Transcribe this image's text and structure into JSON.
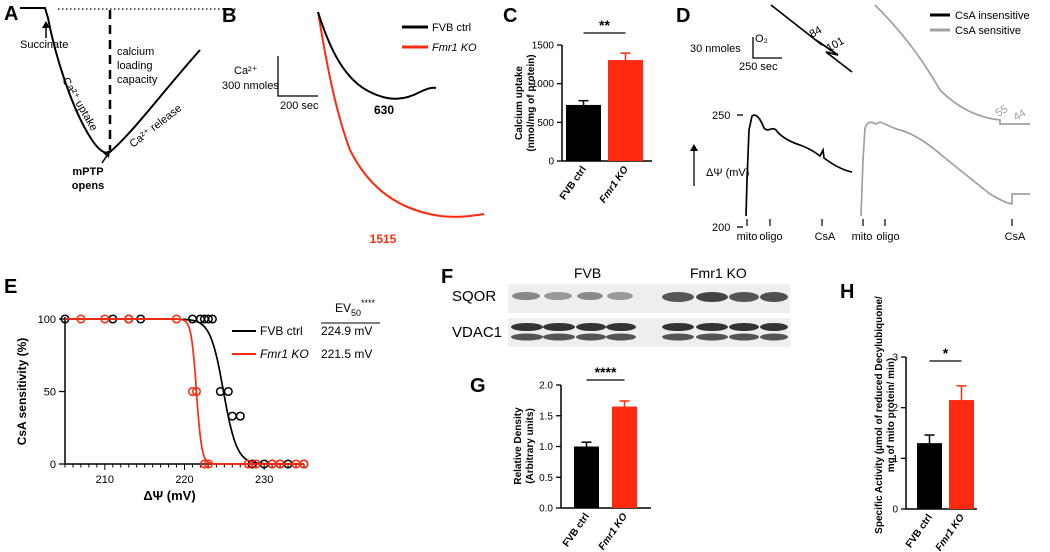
{
  "colors": {
    "black": "#000000",
    "red": "#ff2a10",
    "gray": "#a0a0a0"
  },
  "panels": {
    "A": {
      "letter": "A",
      "labels": [
        "Succinate",
        "calcium",
        "loading",
        "capacity",
        "Ca²⁺ uptake",
        "Ca²⁺ release",
        "mPTP",
        "opens"
      ]
    },
    "B": {
      "letter": "B",
      "scale_y": "300 nmoles",
      "scale_y_top": "Ca²⁺",
      "scale_x": "200 sec",
      "legend": [
        "FVB ctrl",
        "Fmr1 KO"
      ],
      "value_ctrl": "630",
      "value_ko": "1515"
    },
    "C": {
      "letter": "C",
      "ylabel_line1": "Calcium uptake",
      "ylabel_line2": "(nmol/mg of protein)",
      "sig": "**"
    },
    "D": {
      "letter": "D",
      "scale_y_top": "O₂",
      "scale_y": "30 nmoles",
      "scale_x": "250 sec",
      "legend": [
        "CsA insensitive",
        "CsA sensitive"
      ],
      "o2_labels": [
        "84",
        "101",
        "55",
        "44"
      ],
      "dpsi_label": "ΔΨ (mV)",
      "tick_top": "250",
      "tick_bottom": "200",
      "events": [
        "mito",
        "oligo",
        "CsA",
        "mito",
        "oligo",
        "CsA"
      ]
    },
    "E": {
      "letter": "E",
      "legend": [
        "FVB ctrl",
        "Fmr1 KO"
      ],
      "ev_header": "EV",
      "ev_sub": "50",
      "ev_stars": "****",
      "ev_ctrl": "224.9 mV",
      "ev_ko": "221.5 mV"
    },
    "F": {
      "letter": "F",
      "group_left": "FVB",
      "group_right": "Fmr1 KO",
      "rows": [
        "SQOR",
        "VDAC1"
      ]
    },
    "G": {
      "letter": "G",
      "sig": "****"
    },
    "H": {
      "letter": "H",
      "ylabel_line1": "Specific Activity (µmol of reduced Decylubiquone/",
      "ylabel_line2": "mg of mito protein/ min)",
      "sig": "*"
    }
  },
  "chart_data": [
    {
      "panel": "C",
      "type": "bar",
      "categories": [
        "FVB ctrl",
        "Fmr1 KO"
      ],
      "values": [
        725,
        1305
      ],
      "errors": [
        55,
        90
      ],
      "ylabel": "Calcium uptake (nmol/mg of protein)",
      "ylim": [
        0,
        1500
      ],
      "yticks": [
        0,
        500,
        1000,
        1500
      ],
      "significance": "**"
    },
    {
      "panel": "E",
      "type": "scatter",
      "xlabel": "ΔΨ (mV)",
      "ylabel": "CsA sensitivity (%)",
      "xlim": [
        205,
        235
      ],
      "ylim": [
        0,
        100
      ],
      "xticks": [
        210,
        220,
        230
      ],
      "yticks": [
        0,
        50,
        100
      ],
      "series": [
        {
          "name": "FVB ctrl",
          "ev50": 224.9,
          "points": [
            [
              205,
              100
            ],
            [
              211,
              100
            ],
            [
              213,
              100
            ],
            [
              214.5,
              100
            ],
            [
              221,
              100
            ],
            [
              222,
              100
            ],
            [
              222.5,
              100
            ],
            [
              223,
              100
            ],
            [
              223.5,
              100
            ],
            [
              224.5,
              50
            ],
            [
              225.5,
              50
            ],
            [
              226,
              33
            ],
            [
              227,
              33
            ],
            [
              228.5,
              0
            ],
            [
              230,
              0
            ],
            [
              231,
              0
            ],
            [
              232,
              0
            ],
            [
              233,
              0
            ],
            [
              235,
              0
            ]
          ]
        },
        {
          "name": "Fmr1 KO",
          "ev50": 221.5,
          "points": [
            [
              207,
              100
            ],
            [
              210,
              100
            ],
            [
              213,
              100
            ],
            [
              219,
              100
            ],
            [
              221,
              50
            ],
            [
              221.5,
              50
            ],
            [
              222.5,
              0
            ],
            [
              223,
              0
            ],
            [
              228,
              0
            ],
            [
              229,
              0
            ],
            [
              231,
              0
            ],
            [
              232,
              0
            ],
            [
              234,
              0
            ],
            [
              235,
              0
            ]
          ]
        }
      ]
    },
    {
      "panel": "G",
      "type": "bar",
      "categories": [
        "FVB ctrl",
        "Fmr1 KO"
      ],
      "values": [
        1.0,
        1.65
      ],
      "errors": [
        0.07,
        0.09
      ],
      "ylabel": "Relative Density (Arbitrary units)",
      "ylim": [
        0,
        2.0
      ],
      "yticks": [
        0.0,
        0.5,
        1.0,
        1.5,
        2.0
      ],
      "significance": "****"
    },
    {
      "panel": "H",
      "type": "bar",
      "categories": [
        "FVB ctrl",
        "Fmr1 KO"
      ],
      "values": [
        1.3,
        2.15
      ],
      "errors": [
        0.16,
        0.28
      ],
      "ylabel": "Specific Activity (µmol of reduced Decylubiquone/ mg of mito protein/ min)",
      "ylim": [
        0,
        3
      ],
      "yticks": [
        0,
        1,
        2,
        3
      ],
      "significance": "*"
    }
  ]
}
